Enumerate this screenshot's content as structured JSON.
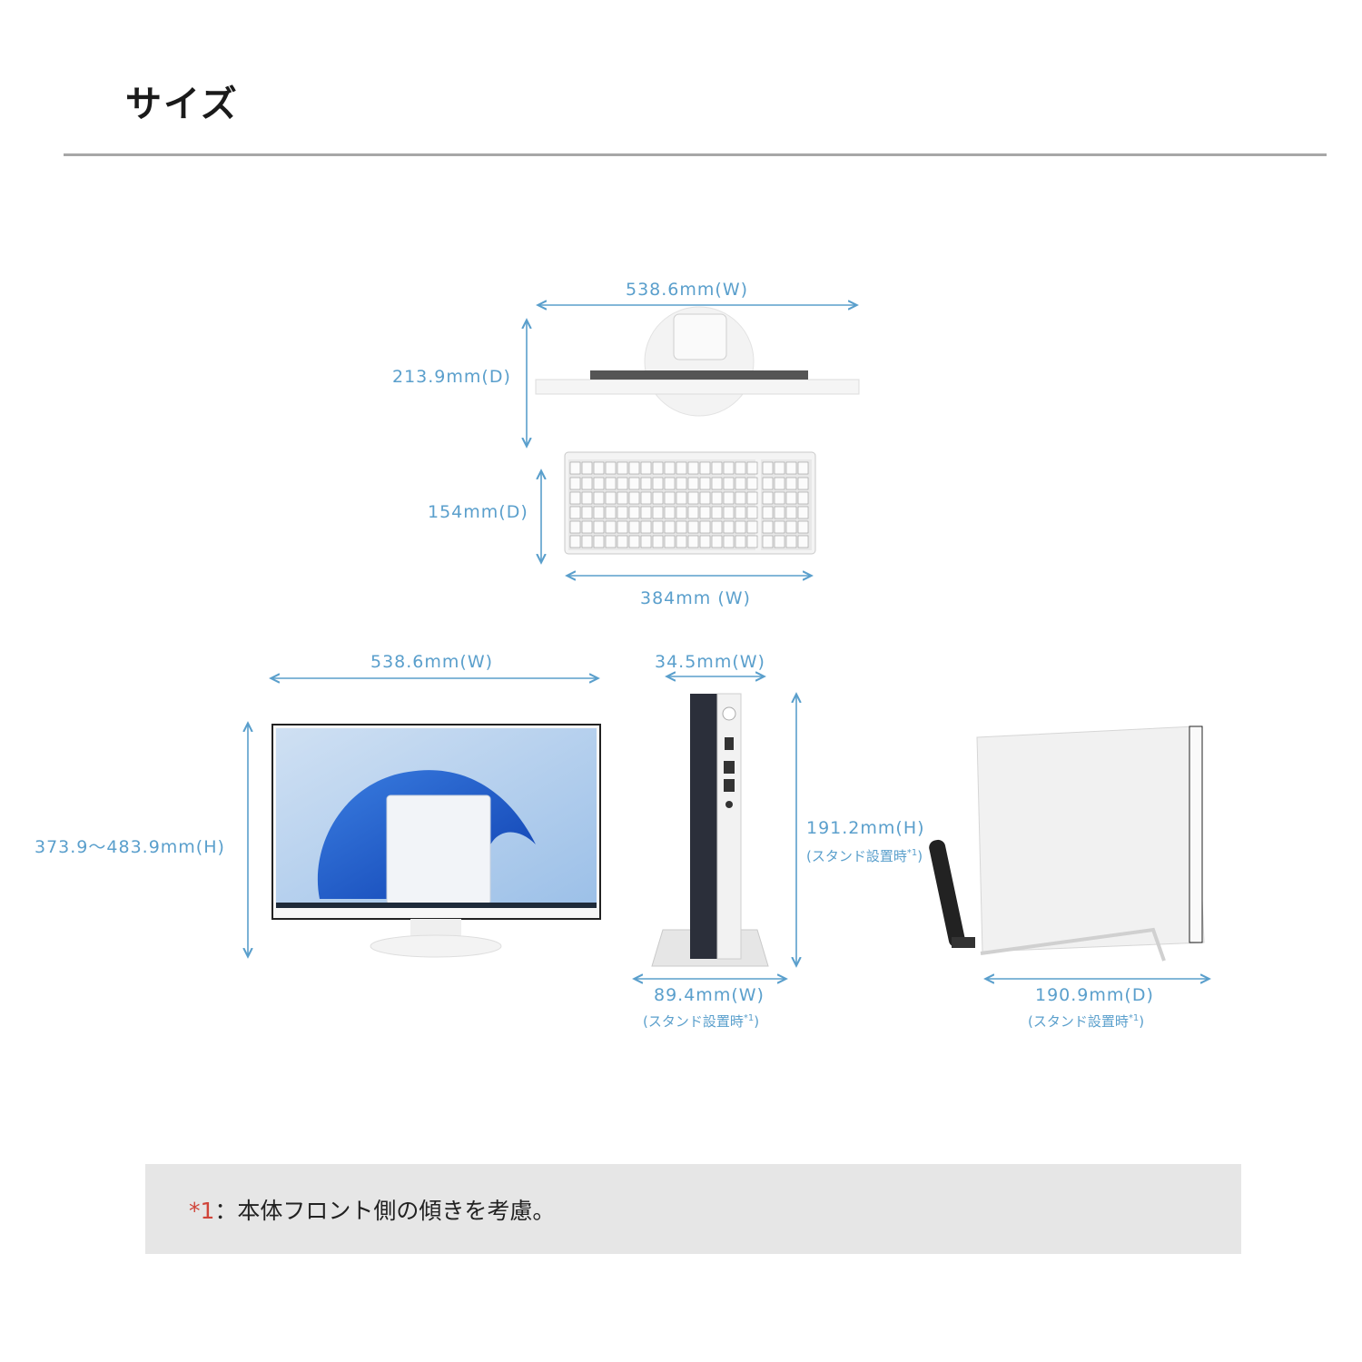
{
  "title": "サイズ",
  "dimensions": {
    "monitor_top_width": "538.6mm(W)",
    "monitor_top_depth": "213.9mm(D)",
    "keyboard_depth": "154mm(D)",
    "keyboard_width": "384mm (W)",
    "monitor_front_width": "538.6mm(W)",
    "monitor_front_height": "373.9～483.9mm(H)",
    "pc_width": "34.5mm(W)",
    "pc_height": "191.2mm(H)",
    "pc_height_note": "(スタンド設置時",
    "pc_stand_width": "89.4mm(W)",
    "pc_stand_width_note": "(スタンド設置時",
    "pc_depth": "190.9mm(D)",
    "pc_depth_note": "(スタンド設置時",
    "note_mark": "*1",
    "note_close": ")"
  },
  "footnote": {
    "mark": "*1",
    "text": "：本体フロント側の傾きを考慮。"
  },
  "colors": {
    "dimension_text": "#5a9fcc",
    "footnote_mark": "#d0453a",
    "note_background": "#e6e6e6"
  }
}
